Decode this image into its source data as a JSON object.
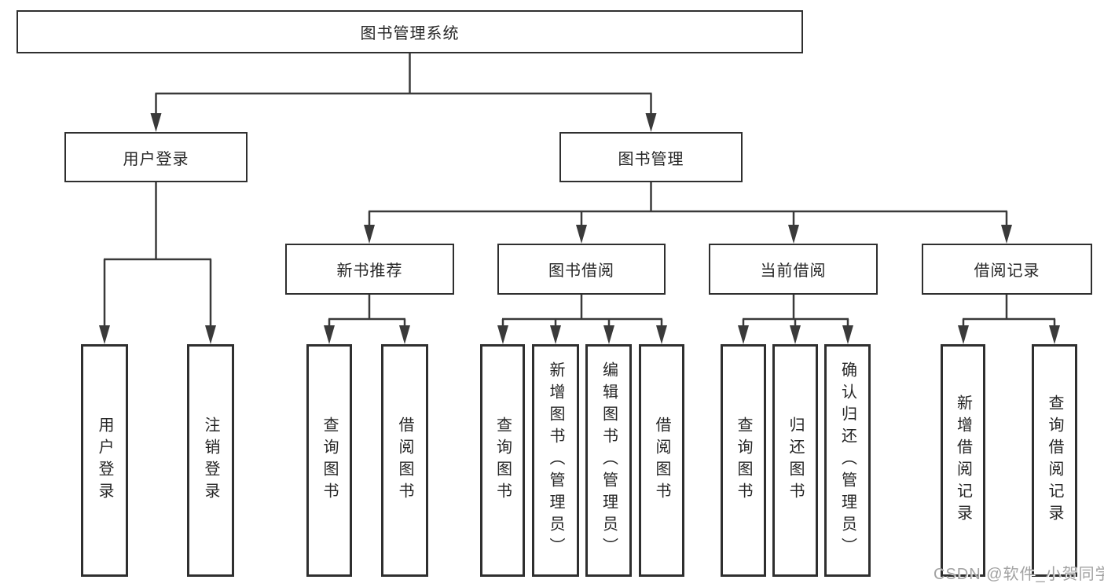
{
  "diagram_title": "图书管理系统",
  "tree": {
    "label": "图书管理系统",
    "children": [
      {
        "label": "用户登录",
        "children": [
          {
            "label": "用户登录"
          },
          {
            "label": "注销登录"
          }
        ]
      },
      {
        "label": "图书管理",
        "children": [
          {
            "label": "新书推荐",
            "children": [
              {
                "label": "查询图书"
              },
              {
                "label": "借阅图书"
              }
            ]
          },
          {
            "label": "图书借阅",
            "children": [
              {
                "label": "查询图书"
              },
              {
                "label": "新增图书（管理员）"
              },
              {
                "label": "编辑图书（管理员）"
              },
              {
                "label": "借阅图书"
              }
            ]
          },
          {
            "label": "当前借阅",
            "children": [
              {
                "label": "查询图书"
              },
              {
                "label": "归还图书"
              },
              {
                "label": "确认归还（管理员）"
              }
            ]
          },
          {
            "label": "借阅记录",
            "children": [
              {
                "label": "新增借阅记录"
              },
              {
                "label": "查询借阅记录"
              }
            ]
          }
        ]
      }
    ]
  },
  "watermark": "CSDN @软件_小贺同学",
  "colors": {
    "line": "#3a3a3a",
    "box_border": "#2f2f2f",
    "box_fill": "#ffffff",
    "text": "#262626",
    "watermark": "#a2a2a2",
    "background": "#ffffff"
  }
}
